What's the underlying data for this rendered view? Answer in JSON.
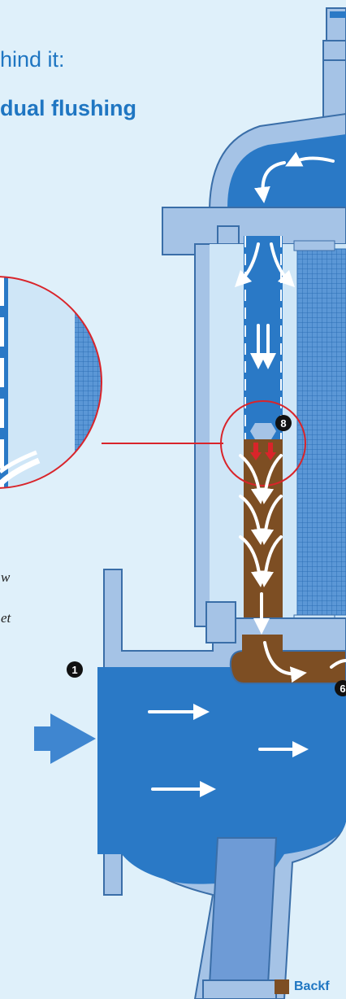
{
  "header": {
    "line1": "hind it:",
    "line2": "dual flushing"
  },
  "captions": {
    "line1": "w",
    "line2": "et"
  },
  "markers": {
    "m1": "1",
    "m6": "6",
    "m8": "8"
  },
  "legend": {
    "label": "Backf",
    "color": "#7d4e23"
  },
  "colors": {
    "background": "#dff0fa",
    "housing": "#a5c3e6",
    "water": "#2a79c6",
    "dirt": "#7d4e23",
    "highlight_ring": "#d9242a",
    "title": "#1f76c2"
  }
}
